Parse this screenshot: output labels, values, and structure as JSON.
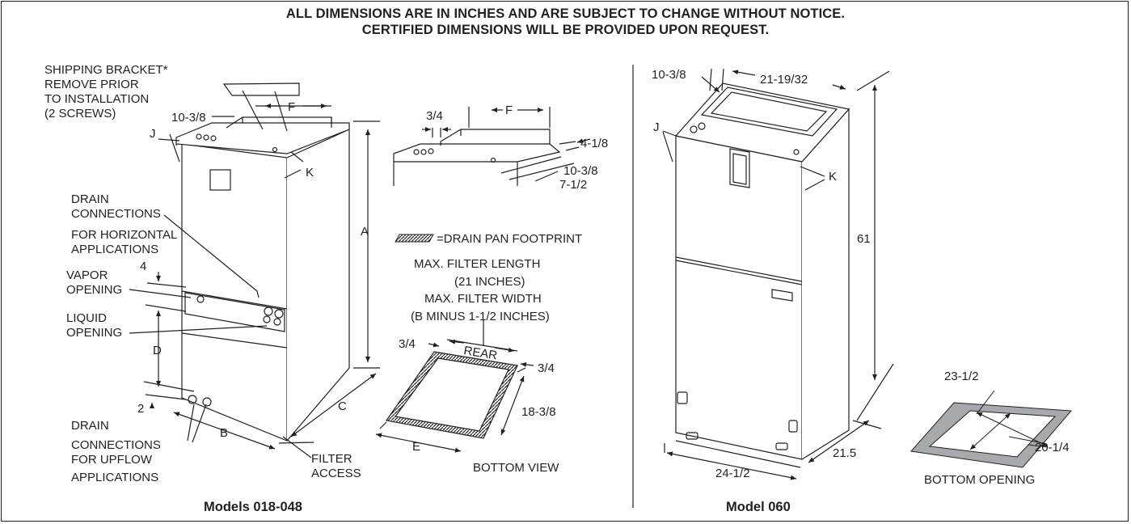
{
  "header": {
    "line1": "ALL DIMENSIONS ARE IN INCHES AND ARE SUBJECT TO CHANGE WITHOUT NOTICE.",
    "line2": "CERTIFIED DIMENSIONS WILL BE PROVIDED UPON REQUEST."
  },
  "left_unit": {
    "shipping_bracket": [
      "SHIPPING BRACKET*",
      "REMOVE PRIOR",
      "TO INSTALLATION",
      "(2 SCREWS)"
    ],
    "dim_top_inset": "10-3/8",
    "label_F": "F",
    "label_J": "J",
    "label_K": "K",
    "label_A": "A",
    "label_B": "B",
    "label_C": "C",
    "label_D": "D",
    "dim_4": "4",
    "dim_2": "2",
    "drain_horizontal": [
      "DRAIN",
      "CONNECTIONS",
      "FOR HORIZONTAL",
      "APPLICATIONS"
    ],
    "vapor_opening": [
      "VAPOR",
      "OPENING"
    ],
    "liquid_opening": [
      "LIQUID",
      "OPENING"
    ],
    "drain_upflow": [
      "DRAIN",
      "CONNECTIONS",
      "FOR UPFLOW",
      "APPLICATIONS"
    ],
    "filter_access": [
      "FILTER",
      "ACCESS"
    ],
    "caption": "Models 018-048"
  },
  "top_detail": {
    "dim_3_4": "3/4",
    "label_F": "F",
    "dim_4_1_8": "4-1/8",
    "dim_10_3_8": "10-3/8",
    "dim_7_1_2": "7-1/2"
  },
  "legend": {
    "drain_pan": "=DRAIN PAN FOOTPRINT"
  },
  "filter": {
    "notes": [
      "MAX. FILTER LENGTH",
      "(21 INCHES)",
      "MAX. FILTER WIDTH",
      "(B MINUS 1-1/2 INCHES)"
    ],
    "dim_left": "3/4",
    "rear": "REAR",
    "dim_right": "3/4",
    "dim_side": "18-3/8",
    "label_E": "E",
    "bottom_view": "BOTTOM VIEW"
  },
  "right_unit": {
    "dim_10_3_8": "10-3/8",
    "dim_width_top": "21-19/32",
    "label_J": "J",
    "label_K": "K",
    "dim_height": "61",
    "dim_depth": "21.5",
    "dim_width": "24-1/2",
    "caption": "Model 060"
  },
  "bottom_opening": {
    "dim_23_1_2": "23-1/2",
    "dim_20_1_4": "20-1/4",
    "label": "BOTTOM OPENING"
  }
}
